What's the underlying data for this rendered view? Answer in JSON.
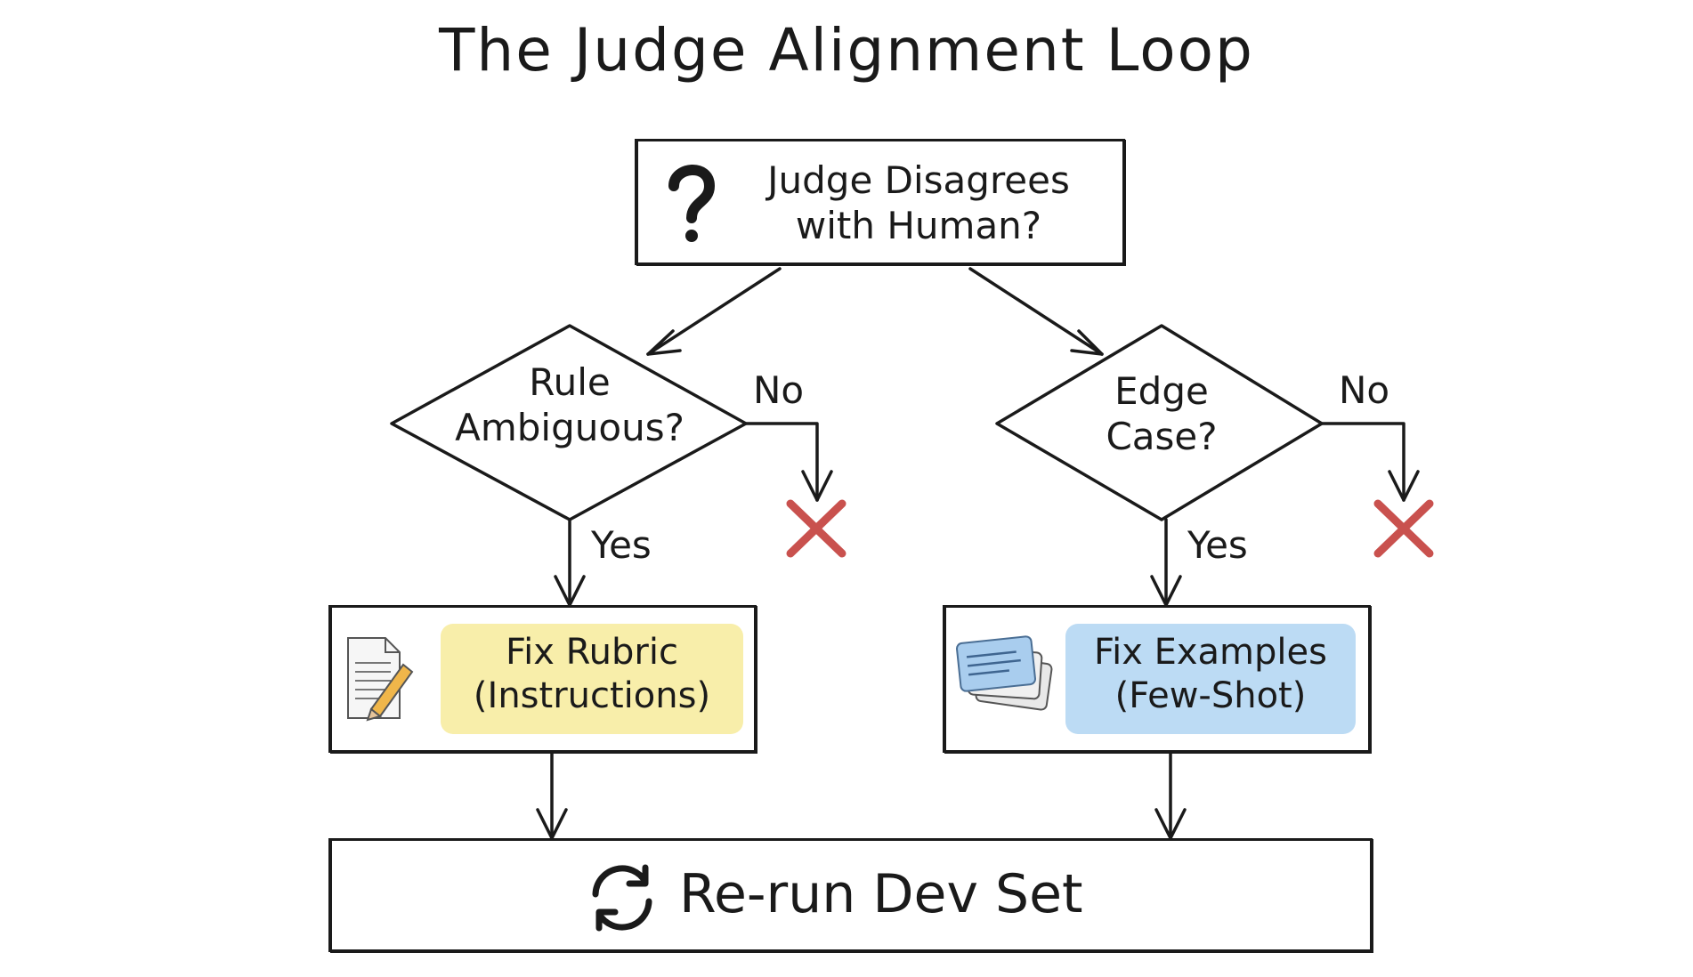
{
  "title": "The Judge Alignment Loop",
  "start_node": {
    "line1": "Judge Disagrees",
    "line2": "with Human?",
    "icon": "question-mark-icon"
  },
  "left_decision": {
    "line1": "Rule",
    "line2": "Ambiguous?",
    "no_label": "No",
    "yes_label": "Yes"
  },
  "right_decision": {
    "line1": "Edge",
    "line2": "Case?",
    "no_label": "No",
    "yes_label": "Yes"
  },
  "left_action": {
    "line1": "Fix Rubric",
    "line2": "(Instructions)",
    "icon": "document-pencil-icon",
    "highlight": "#f8eeaa"
  },
  "right_action": {
    "line1": "Fix Examples",
    "line2": "(Few-Shot)",
    "icon": "cards-icon",
    "highlight": "#bcdbf4"
  },
  "end_node": {
    "label": "Re-run Dev Set",
    "icon": "refresh-icon"
  },
  "colors": {
    "stroke": "#1a1a1a",
    "reject": "#c9514e"
  }
}
